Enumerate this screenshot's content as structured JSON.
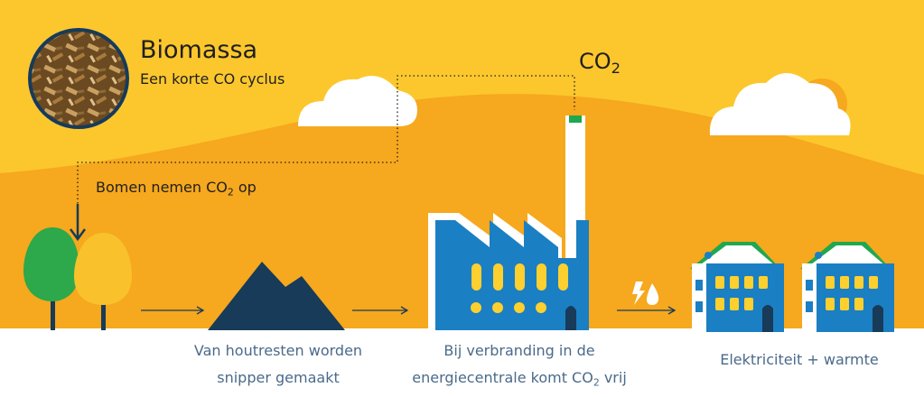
{
  "header": {
    "title": "Biomassa",
    "subtitle": "Een korte CO cyclus"
  },
  "co2_label": {
    "main": "CO",
    "sub": "2"
  },
  "trees_label": {
    "before": "Bomen nemen CO",
    "sub": "2",
    "after": " op"
  },
  "captions": {
    "step1_line1": "Van houtresten worden",
    "step1_line2": "snipper gemaakt",
    "step2_line1": "Bij verbranding in de",
    "step2_line2_before": "energiecentrale komt CO",
    "step2_line2_sub": "2",
    "step2_line2_after": " vrij",
    "step3": "Elektriciteit + warmte"
  },
  "icons": {
    "photo": "wood-chips-photo",
    "energy": "lightning-and-flame-icon"
  },
  "colors": {
    "sky_top": "#FCC72D",
    "hill_orange": "#F6A81E",
    "ground": "#FFFFFF",
    "factory_blue": "#1B7FC3",
    "dark_navy": "#173B58",
    "window_yellow": "#FDD02F",
    "roof_green": "#1FA84F",
    "tree_green": "#2DA84A",
    "tree_yellow": "#F9C12B",
    "caption_blue": "#4A6A8A"
  }
}
